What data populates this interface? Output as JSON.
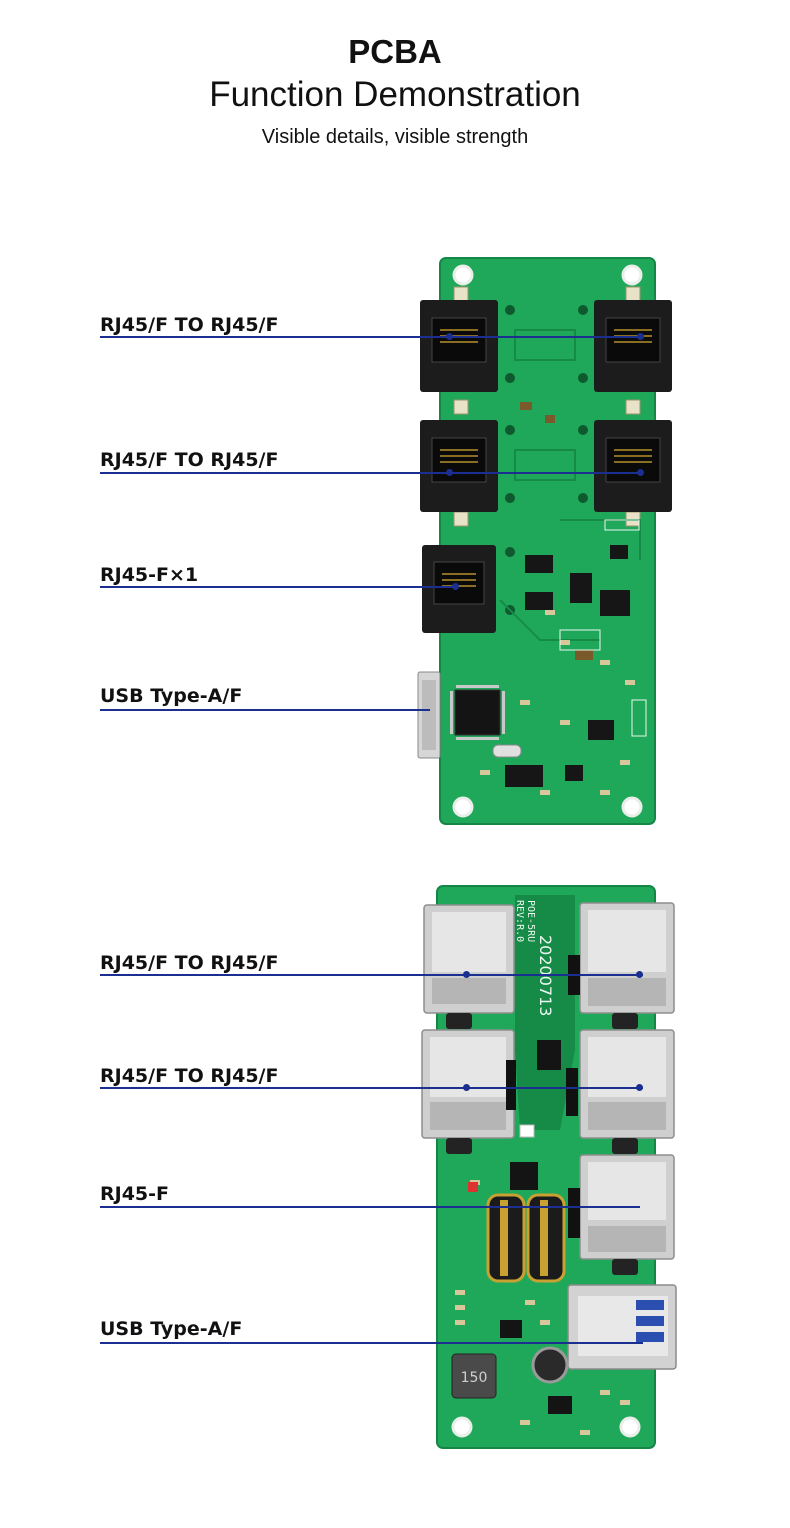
{
  "header": {
    "title": "PCBA",
    "subtitle": "Function Demonstration",
    "tagline": "Visible details, visible strength"
  },
  "top_panel": {
    "labels": [
      "RJ45/F TO RJ45/F",
      "RJ45/F TO RJ45/F",
      "RJ45-F×1",
      "USB Type-A/F"
    ]
  },
  "bottom_panel": {
    "labels": [
      "RJ45/F TO RJ45/F",
      "RJ45/F TO RJ45/F",
      "RJ45-F",
      "USB Type-A/F"
    ],
    "silkscreen": {
      "model": "POE-5RU",
      "rev": "REV:R.0",
      "date": "20200713",
      "inductor": "150"
    }
  },
  "colors": {
    "pcb": "#1fa85a",
    "pcb_dark": "#168a47",
    "leader": "#1a2f8f",
    "jack_dark": "#1c1c1c",
    "jack_metal": "#c9c9c9"
  }
}
